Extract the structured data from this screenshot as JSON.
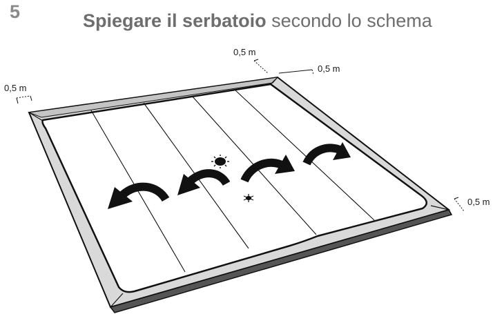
{
  "header": {
    "step_number": "5",
    "title_bold": "Spiegare il serbatoio",
    "title_rest": " secondo lo schema"
  },
  "dimensions": {
    "top_left": "0,5 m",
    "top_right_a": "0,5 m",
    "top_right_b": "0,5 m",
    "right": "0,5 m"
  },
  "icons": [
    "sun-icon",
    "spider-icon",
    "unfold-arrow-icon"
  ]
}
